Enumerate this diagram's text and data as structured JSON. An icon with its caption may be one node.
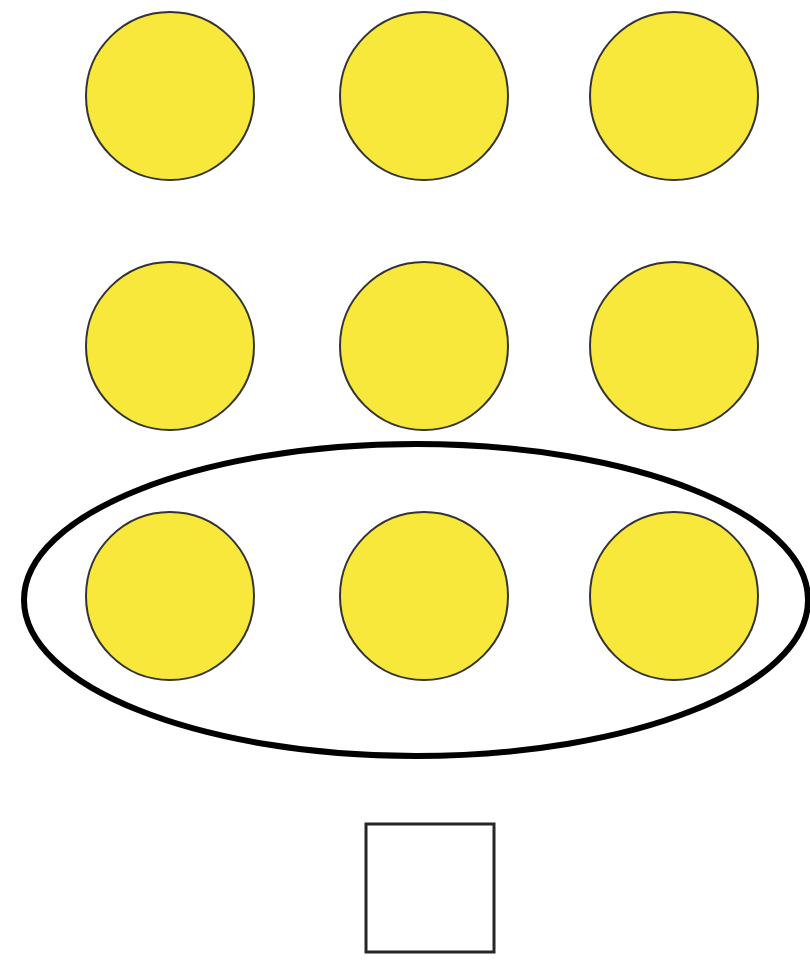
{
  "diagram": {
    "nodes": [
      {
        "text": [],
        "shape": "circle"
      },
      {
        "text": [],
        "shape": "circle"
      },
      {
        "text": [],
        "shape": "circle"
      },
      {
        "text": [],
        "shape": "circle"
      },
      {
        "text": [],
        "shape": "circle"
      },
      {
        "text": [],
        "shape": "circle"
      },
      {
        "text": [],
        "shape": "ellipse"
      },
      {
        "text": [],
        "shape": "circle",
        "in": 6
      },
      {
        "text": [],
        "shape": "circle",
        "in": 6
      },
      {
        "text": [],
        "shape": "circle",
        "in": 6
      },
      {
        "text": [],
        "shape": "box"
      }
    ]
  }
}
